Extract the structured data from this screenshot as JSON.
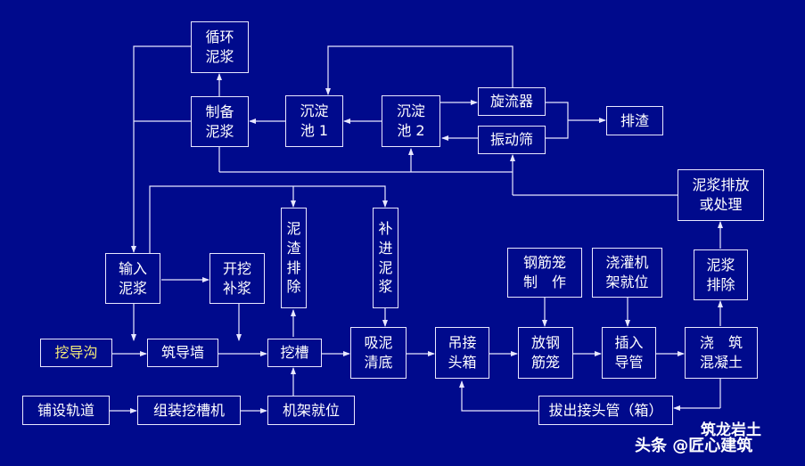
{
  "nodes": {
    "xunhuan_niJiang": "循环\n泥浆",
    "zhibei_niJiang": "制备\n泥浆",
    "chendianchi1": "沉淀\n池 1",
    "chendianchi2": "沉淀\n池 2",
    "xuanliuqi": "旋流器",
    "zhendongshai": "振动筛",
    "paizha": "排渣",
    "niJiangPaifang": "泥浆排放\n或处理",
    "niZhaPaichu": "泥\n渣\n排\n除",
    "bujinNiJiang": "补\n进\n泥\n浆",
    "shuruNiJiang": "输入\n泥浆",
    "kaiwaBujiang": "开挖\n补浆",
    "gangjinlongZhizuo": "钢筋笼\n制　作",
    "jiaoguanjiJiuwei": "浇灌机\n架就位",
    "niJiangPaichu": "泥浆\n排除",
    "waDaogou": "挖导沟",
    "zhuDaoqiang": "筑导墙",
    "waCao": "挖槽",
    "xiniQingdi": "吸泥\n清底",
    "diaoJieTouxiang": "吊接\n头箱",
    "fangGangjinlong": "放钢\n筋笼",
    "charuDaoguan": "插入\n导管",
    "jiaozhuHunningtu": "浇　筑\n混凝土",
    "pushe_guidao": "铺设轨道",
    "zuzhuangWacaoji": "组装挖槽机",
    "jijiaJiuwei": "机架就位",
    "bachuJietouguan": "拔出接头管（箱）"
  },
  "watermark": {
    "line1": "筑龙岩土",
    "line2": "头条 @匠心建筑"
  },
  "colors": {
    "background": "#000a8c",
    "line": "#e8e8ff",
    "text": "#ffffff",
    "yellow_text": "#f4ea7a"
  }
}
